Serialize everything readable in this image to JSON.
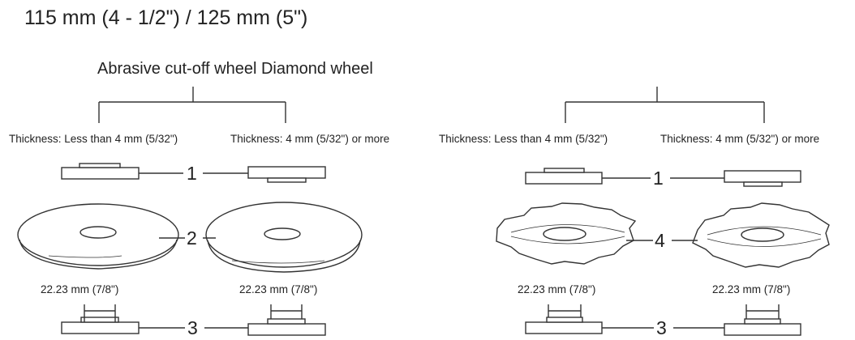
{
  "title": "115 mm (4 - 1/2\") / 125 mm (5\")",
  "subtitle": "Abrasive cut-off wheel Diamond wheel",
  "thickness_labels": {
    "left_less": "Thickness: Less than 4 mm (5/32\")",
    "left_more": "Thickness: 4 mm (5/32\") or more",
    "right_less": "Thickness: Less than 4 mm (5/32\")",
    "right_more": "Thickness: 4 mm (5/32\") or more"
  },
  "callouts": {
    "left_1": "1",
    "left_2": "2",
    "left_3": "3",
    "right_1": "1",
    "right_4": "4",
    "right_3": "3"
  },
  "bore_labels": {
    "left_a": "22.23 mm (7/8\")",
    "left_b": "22.23 mm (7/8\")",
    "right_a": "22.23 mm (7/8\")",
    "right_b": "22.23 mm (7/8\")"
  }
}
